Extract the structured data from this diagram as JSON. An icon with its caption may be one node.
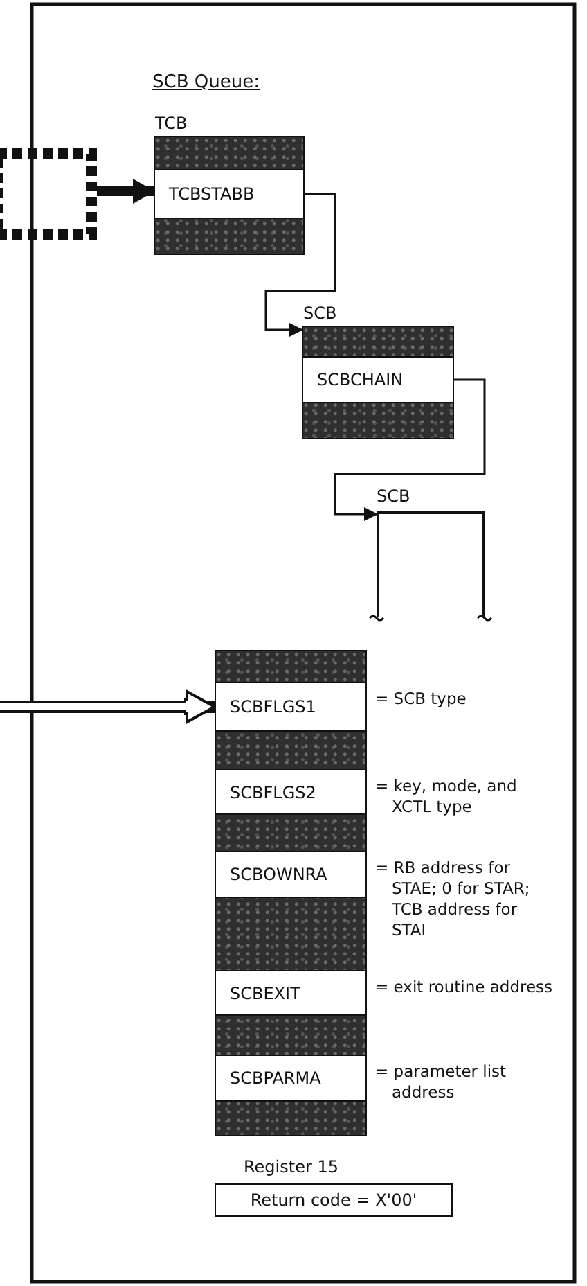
{
  "diagram": {
    "title": "SCB Queue:",
    "nodes": [
      {
        "text": [],
        "shape": "box"
      },
      {
        "text": [
          "TCB"
        ]
      },
      {
        "text": [
          "TCBSTABB"
        ],
        "in": 1
      },
      {
        "text": [
          "SCB"
        ]
      },
      {
        "text": [
          "SCBCHAIN"
        ],
        "in": 3
      },
      {
        "text": [
          "SCB"
        ]
      },
      {
        "text": [],
        "shape": "box"
      },
      {
        "text": [
          "SCBFLGS1"
        ],
        "in": 6,
        "beside": [
          "= SCB type"
        ]
      },
      {
        "text": [
          "SCBFLGS2"
        ],
        "in": 6,
        "beside": [
          "= key, mode, and XCTL type"
        ]
      },
      {
        "text": [
          "SCBOWNRA"
        ],
        "in": 6,
        "beside": [
          "= RB address for STAE; 0 for STAR; TCB address for STAI"
        ]
      },
      {
        "text": [
          "SCBEXIT"
        ],
        "in": 6,
        "beside": [
          "= exit routine address"
        ]
      },
      {
        "text": [
          "SCBPARMA"
        ],
        "in": 6,
        "beside": [
          "= parameter list address"
        ]
      },
      {
        "text": [
          "Register 15",
          "Return code = X'00'"
        ]
      }
    ],
    "edges": [
      {
        "from": 0,
        "to": 2,
        "arrow": "to",
        "style": "thick"
      },
      {
        "from": 2,
        "to": 3,
        "arrow": "to"
      },
      {
        "from": 4,
        "to": 5,
        "arrow": "to"
      },
      {
        "from": null,
        "to": 7,
        "arrow": "to",
        "style": "thick"
      }
    ]
  }
}
